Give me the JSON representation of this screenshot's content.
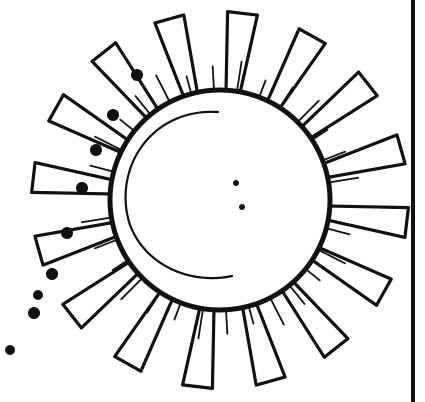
{
  "colors": {
    "background": "#ffffff",
    "ink": "#111111",
    "fill": "#ffffff"
  },
  "illustration": {
    "icon": "virus-particle-icon",
    "spike_count": 16,
    "short_spine_count": 30,
    "dot_trail_count": 9,
    "inner_dot_count": 2
  }
}
